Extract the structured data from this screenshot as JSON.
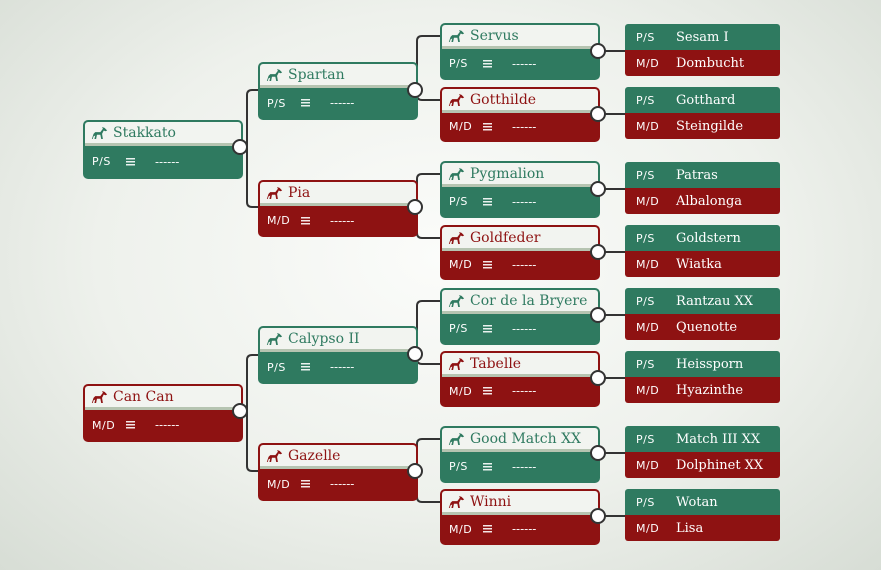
{
  "colors": {
    "sire": "#2f7a60",
    "dam": "#8e1212",
    "line": "#333333"
  },
  "icons": {
    "horse": "horse-icon",
    "list": "list-icon"
  },
  "generation1": {
    "sire": {
      "name": "Stakkato",
      "role": "P/S",
      "info": "------"
    },
    "dam": {
      "name": "Can Can",
      "role": "M/D",
      "info": "------"
    }
  },
  "generation2": [
    {
      "name": "Spartan",
      "role": "P/S",
      "info": "------",
      "sex": "sire"
    },
    {
      "name": "Pia",
      "role": "M/D",
      "info": "------",
      "sex": "dam"
    },
    {
      "name": "Calypso II",
      "role": "P/S",
      "info": "------",
      "sex": "sire"
    },
    {
      "name": "Gazelle",
      "role": "M/D",
      "info": "------",
      "sex": "dam"
    }
  ],
  "generation3": [
    {
      "name": "Servus",
      "role": "P/S",
      "info": "------",
      "sex": "sire"
    },
    {
      "name": "Gotthilde",
      "role": "M/D",
      "info": "------",
      "sex": "dam"
    },
    {
      "name": "Pygmalion",
      "role": "P/S",
      "info": "------",
      "sex": "sire"
    },
    {
      "name": "Goldfeder",
      "role": "M/D",
      "info": "------",
      "sex": "dam"
    },
    {
      "name": "Cor de la Bryere",
      "role": "P/S",
      "info": "------",
      "sex": "sire"
    },
    {
      "name": "Tabelle",
      "role": "M/D",
      "info": "------",
      "sex": "dam"
    },
    {
      "name": "Good Match XX",
      "role": "P/S",
      "info": "------",
      "sex": "sire"
    },
    {
      "name": "Winni",
      "role": "M/D",
      "info": "------",
      "sex": "dam"
    }
  ],
  "generation4": [
    {
      "sire_role": "P/S",
      "sire": "Sesam I",
      "dam_role": "M/D",
      "dam": "Dombucht"
    },
    {
      "sire_role": "P/S",
      "sire": "Gotthard",
      "dam_role": "M/D",
      "dam": "Steingilde"
    },
    {
      "sire_role": "P/S",
      "sire": "Patras",
      "dam_role": "M/D",
      "dam": "Albalonga"
    },
    {
      "sire_role": "P/S",
      "sire": "Goldstern",
      "dam_role": "M/D",
      "dam": "Wiatka"
    },
    {
      "sire_role": "P/S",
      "sire": "Rantzau XX",
      "dam_role": "M/D",
      "dam": "Quenotte"
    },
    {
      "sire_role": "P/S",
      "sire": "Heissporn",
      "dam_role": "M/D",
      "dam": "Hyazinthe"
    },
    {
      "sire_role": "P/S",
      "sire": "Match III XX",
      "dam_role": "M/D",
      "dam": "Dolphinet XX"
    },
    {
      "sire_role": "P/S",
      "sire": "Wotan",
      "dam_role": "M/D",
      "dam": "Lisa"
    }
  ]
}
